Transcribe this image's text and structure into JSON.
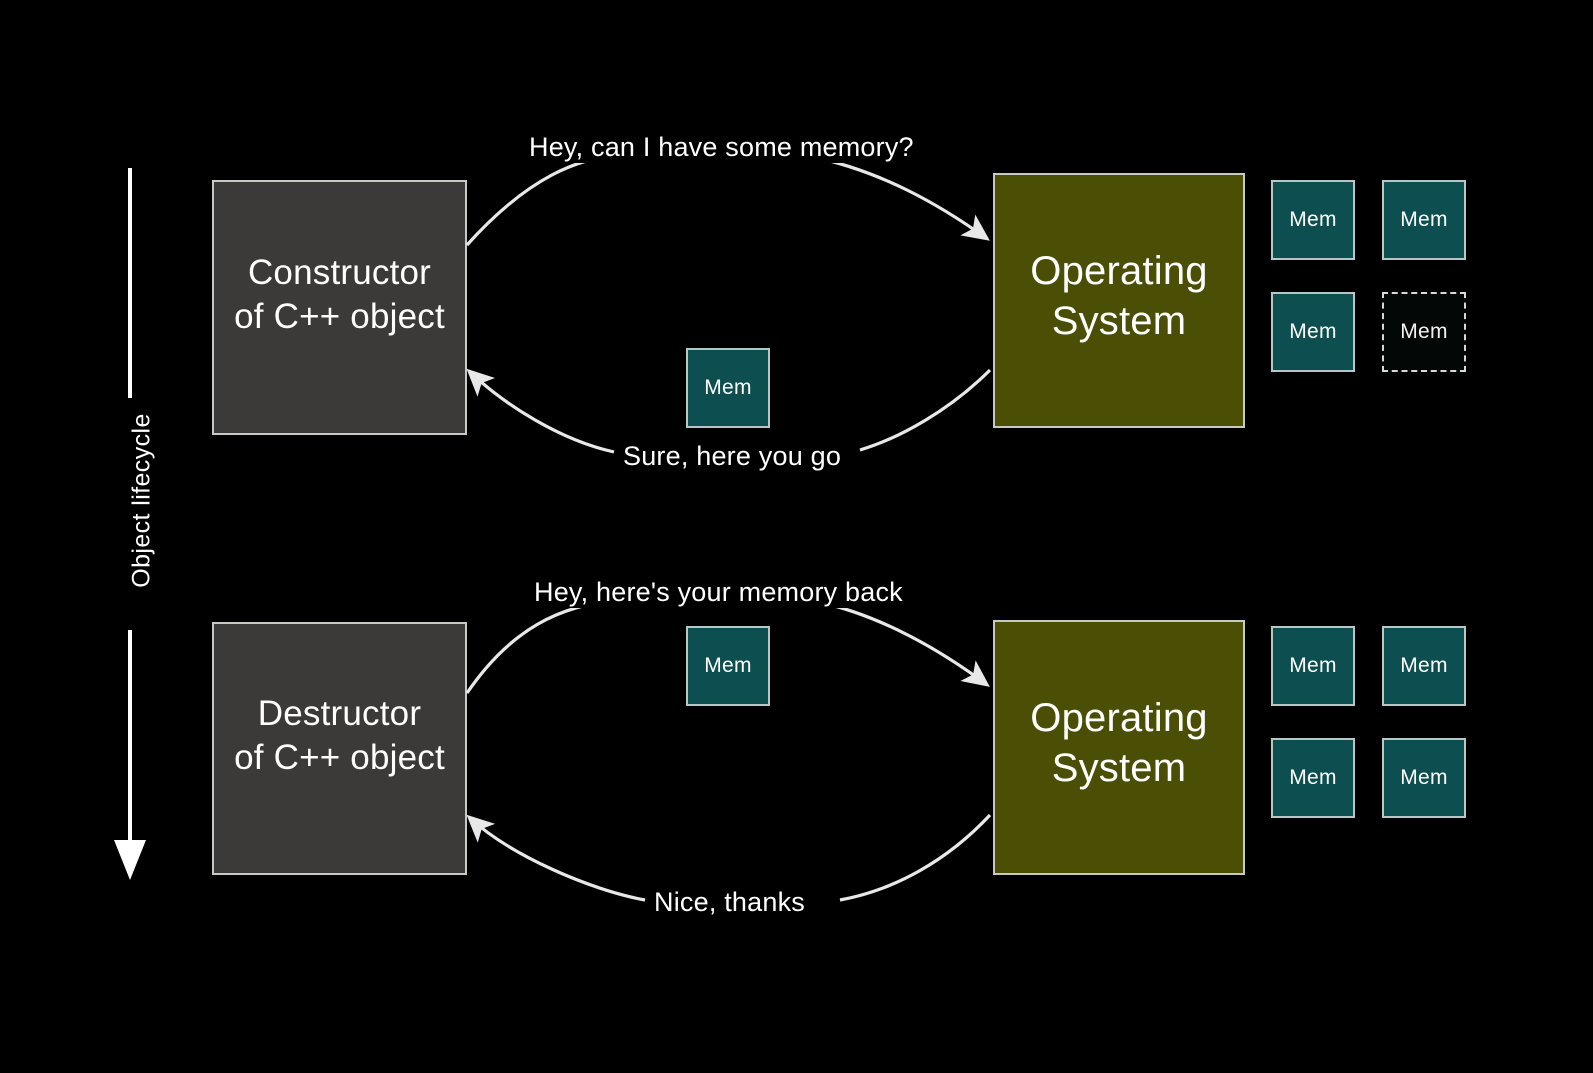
{
  "slide": {
    "background_color": "#000000",
    "axis": {
      "label": "Object lifecycle",
      "direction": "downward",
      "color": "#ffffff"
    },
    "colors": {
      "gray_box": "#3c3a38",
      "olive_box": "#4a4f05",
      "mem_teal": "#0d4f50",
      "mem_empty": "#030807",
      "border": "#c9c9c4",
      "text": "#ffffff"
    },
    "phases": [
      {
        "id": "construction",
        "actor": {
          "line1": "Constructor",
          "line2": "of C++ object"
        },
        "system": {
          "line1": "Operating",
          "line2": "System"
        },
        "request_label": "Hey, can I have some memory?",
        "reply_label": "Sure, here you go",
        "transfer_mem_label": "Mem",
        "pool": [
          {
            "label": "Mem",
            "state": "filled"
          },
          {
            "label": "Mem",
            "state": "filled"
          },
          {
            "label": "Mem",
            "state": "filled"
          },
          {
            "label": "Mem",
            "state": "empty"
          }
        ]
      },
      {
        "id": "destruction",
        "actor": {
          "line1": "Destructor",
          "line2": "of C++ object"
        },
        "system": {
          "line1": "Operating",
          "line2": "System"
        },
        "request_label": "Hey, here's your memory back",
        "reply_label": "Nice, thanks",
        "transfer_mem_label": "Mem",
        "pool": [
          {
            "label": "Mem",
            "state": "filled"
          },
          {
            "label": "Mem",
            "state": "filled"
          },
          {
            "label": "Mem",
            "state": "filled"
          },
          {
            "label": "Mem",
            "state": "filled"
          }
        ]
      }
    ]
  }
}
